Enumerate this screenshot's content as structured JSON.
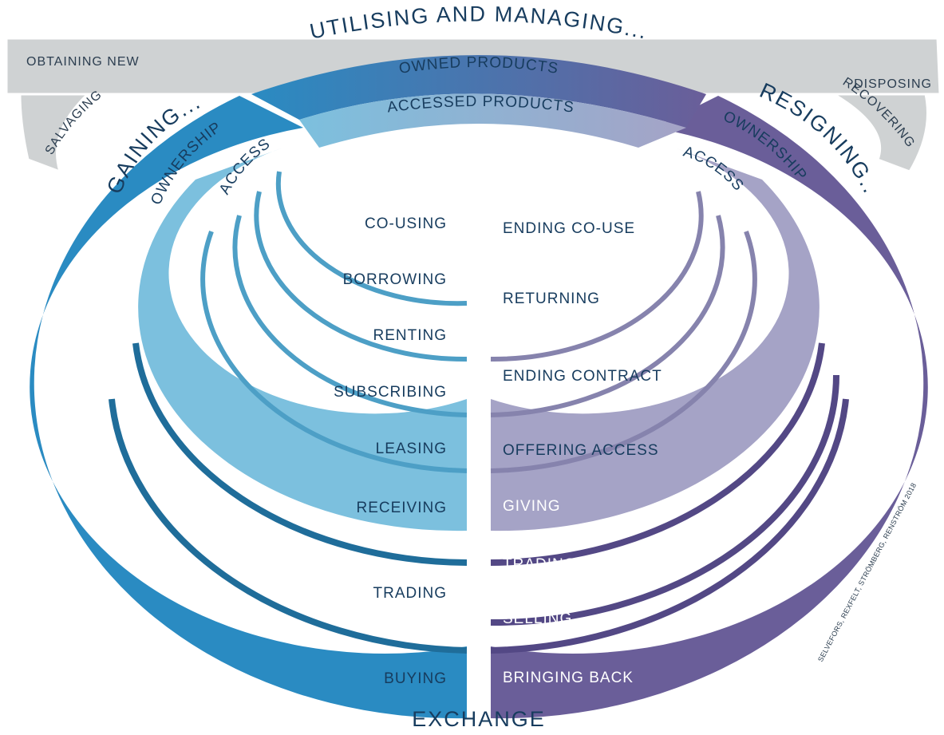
{
  "header": {
    "utilising_and_managing": "UTILISING AND MANAGING..."
  },
  "top_band": {
    "owned_products": "OWNED PRODUCTS",
    "accessed_products": "ACCESSED PRODUCTS"
  },
  "road": {
    "obtaining_new": "OBTAINING NEW",
    "salvaging": "SALVAGING",
    "disposing": "DISPOSING",
    "recovering": "RECOVERING"
  },
  "left_side": {
    "heading": "GAINING...",
    "ownership_label": "OWNERSHIP",
    "access_label": "ACCESS",
    "access_items": [
      "CO-USING",
      "BORROWING",
      "RENTING",
      "SUBSCRIBING",
      "LEASING"
    ],
    "ownership_items": [
      "RECEIVING",
      "TRADING",
      "BUYING"
    ]
  },
  "right_side": {
    "heading": "RESIGNING...",
    "ownership_label": "OWNERSHIP",
    "access_label": "ACCESS",
    "access_items": [
      "ENDING CO-USE",
      "RETURNING",
      "ENDING CONTRACT",
      "OFFERING ACCESS"
    ],
    "ownership_items": [
      "GIVING",
      "TRADING",
      "SELLING",
      "BRINGING BACK"
    ]
  },
  "footer": {
    "exchange": "EXCHANGE",
    "credit": "SELVEFORS, REXFELT, STRÖMBERG, RENSTRÖM 2018"
  },
  "colors": {
    "owned_blue": "#2a8bc2",
    "access_blue": "#7cc0de",
    "owned_purple": "#6a5e99",
    "access_purple": "#a5a3c6",
    "road_grey": "#cfd2d3",
    "text_navy": "#173c5e"
  }
}
